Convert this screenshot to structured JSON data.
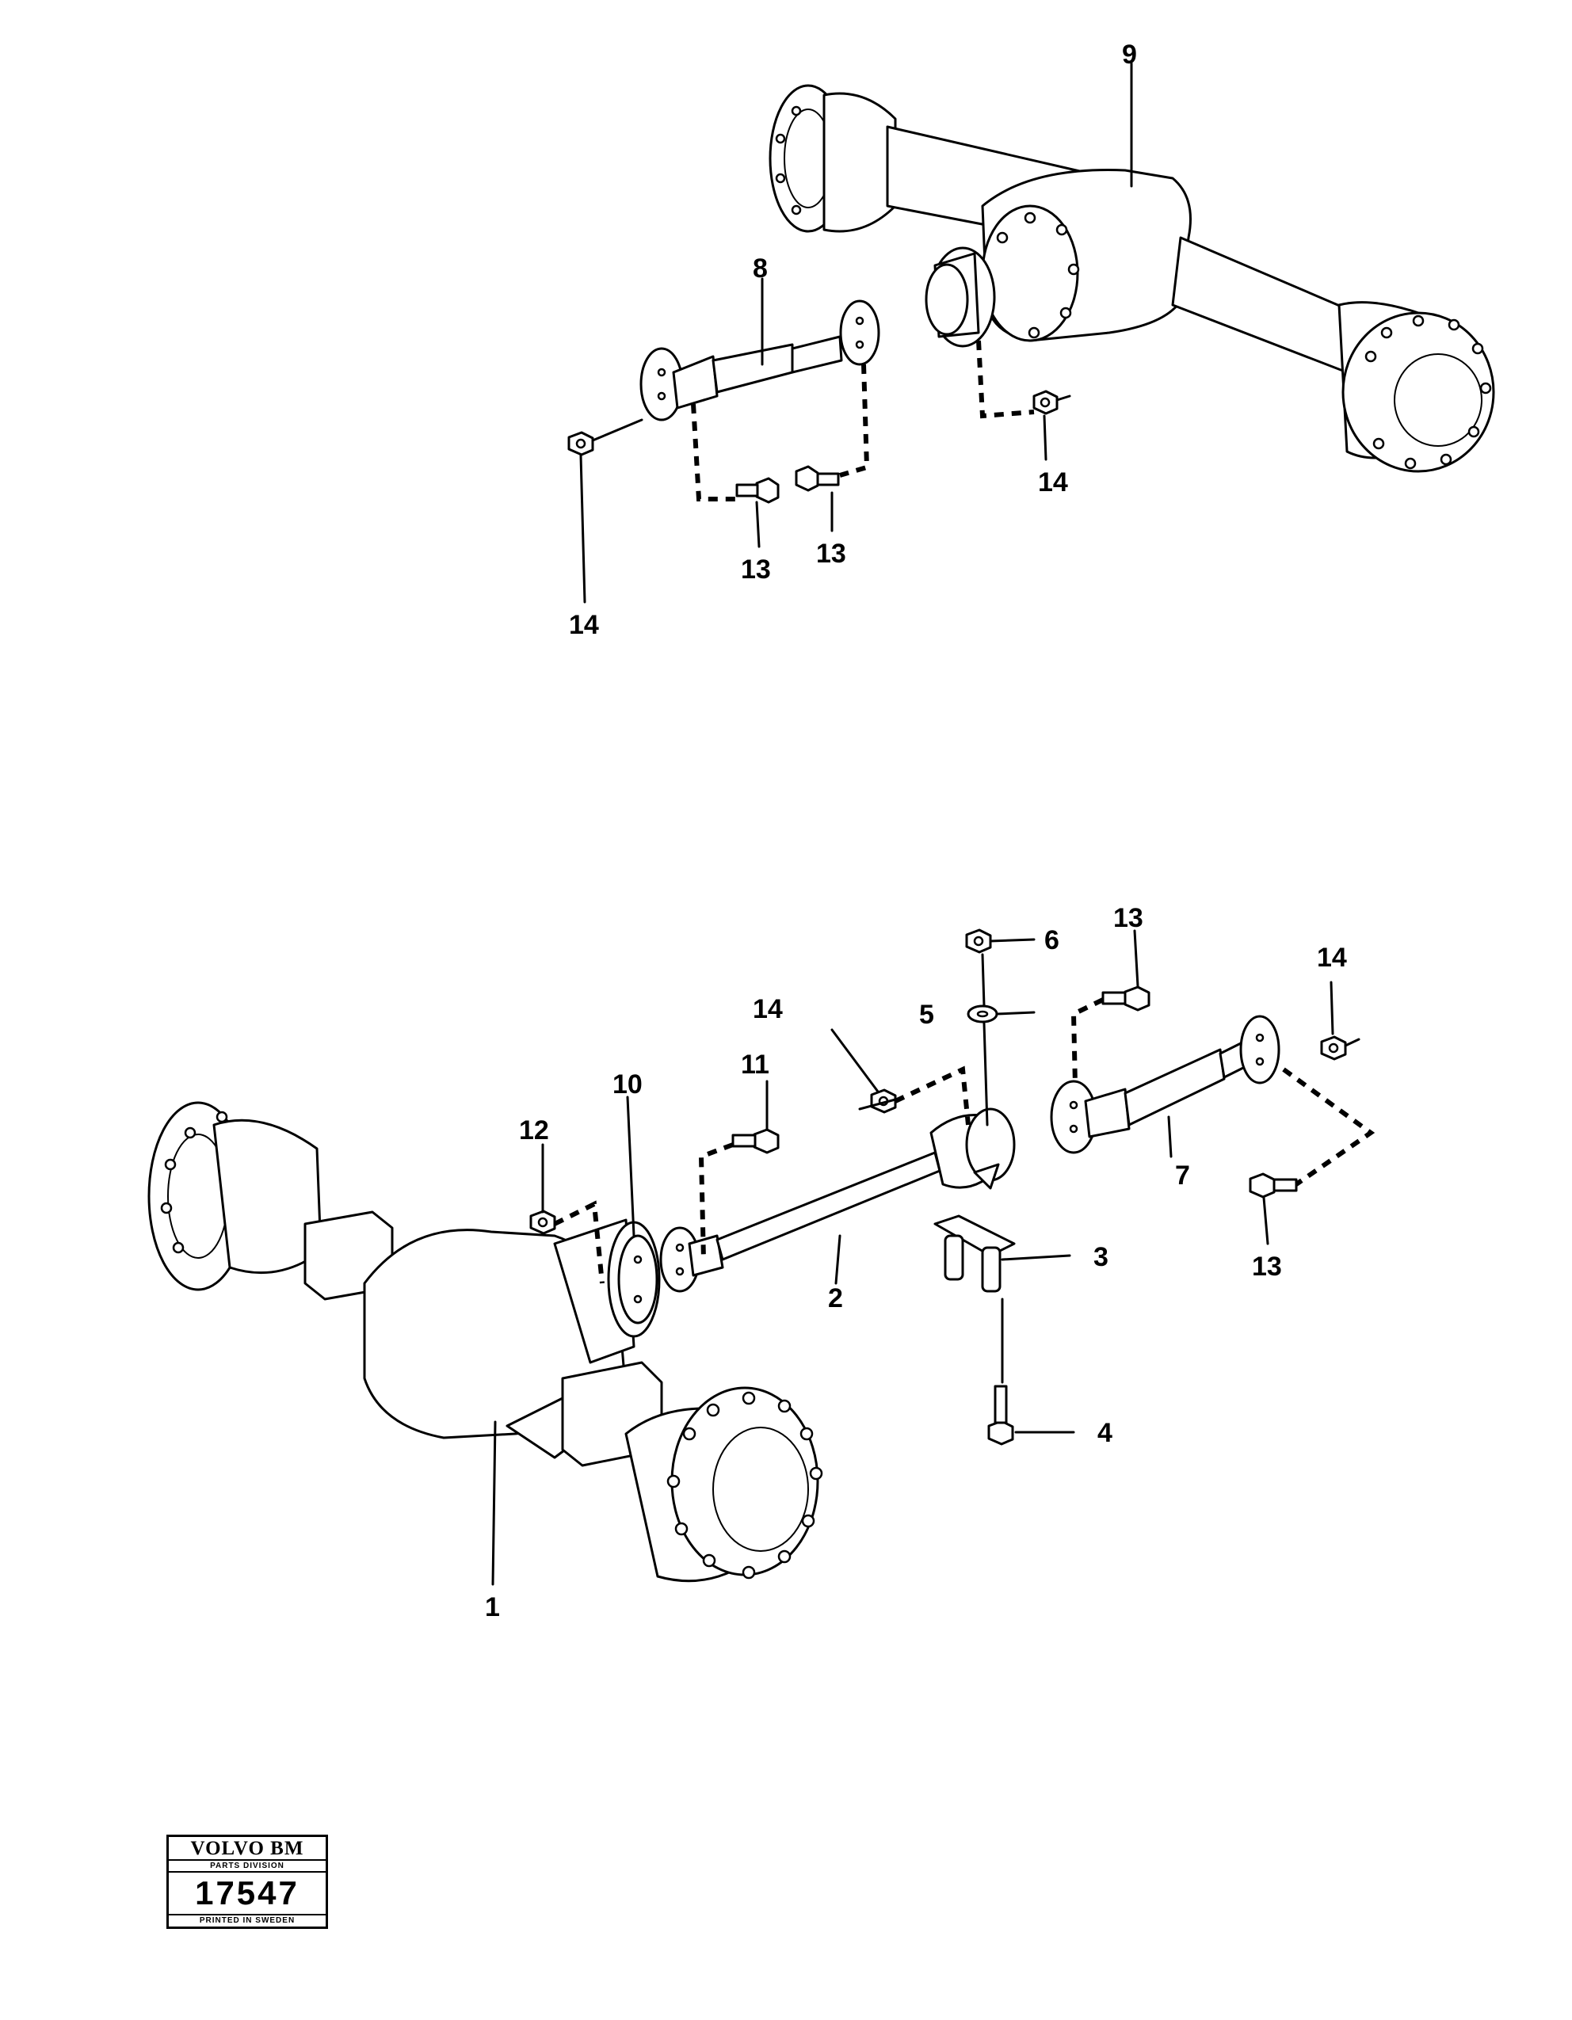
{
  "callouts": {
    "c1": "1",
    "c2": "2",
    "c3": "3",
    "c4": "4",
    "c5": "5",
    "c6": "6",
    "c7": "7",
    "c8": "8",
    "c9": "9",
    "c10": "10",
    "c11": "11",
    "c12": "12",
    "c13a": "13",
    "c13b": "13",
    "c13c": "13",
    "c13d": "13",
    "c14a": "14",
    "c14b": "14",
    "c14c": "14",
    "c14d": "14"
  },
  "stamp": {
    "brand": "VOLVO BM",
    "division": "PARTS DIVISION",
    "number": "17547",
    "printed": "PRINTED IN SWEDEN"
  }
}
